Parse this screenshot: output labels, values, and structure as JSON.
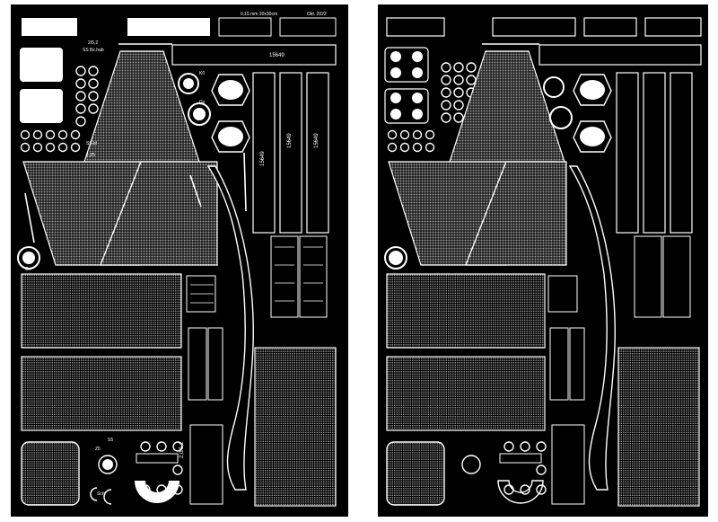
{
  "sheet_front": {
    "spec": "0,15 mm 20x30cm",
    "date": "Okt. 2022",
    "part_number": "15649",
    "labels": {
      "thickness_a": "2/5,2",
      "material_a": "SS Bz.hab",
      "material_b": "SS bl",
      "ratio": "2,25",
      "k0": "K0",
      "ge": "Ge",
      "gs_left": "Gs",
      "z5": "Z5",
      "s5": "S5",
      "schl": "Schl",
      "code": "2,0/5,2"
    }
  },
  "colors": {
    "sheet": "#000000",
    "etch": "#ffffff",
    "mesh": "#8a8a8a"
  }
}
